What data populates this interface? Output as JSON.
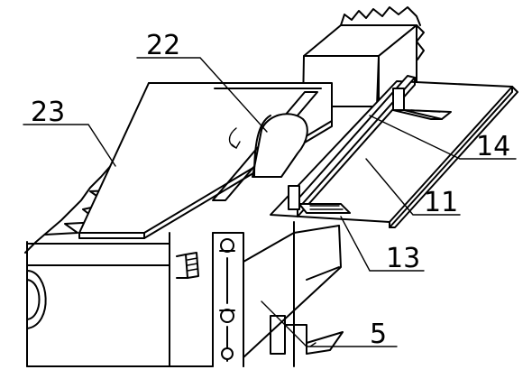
{
  "callouts": [
    {
      "label": "22"
    },
    {
      "label": "23"
    },
    {
      "label": "14"
    },
    {
      "label": "11"
    },
    {
      "label": "13"
    },
    {
      "label": "5"
    }
  ]
}
